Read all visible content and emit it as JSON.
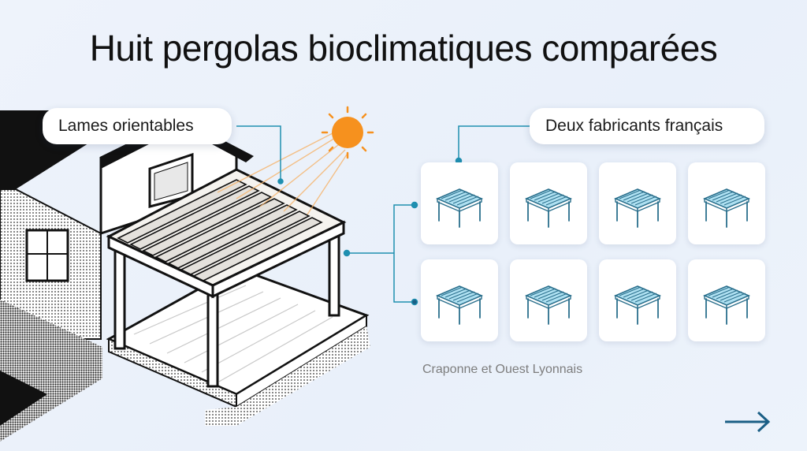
{
  "header": {
    "title": "Huit pergolas bioclimatiques comparées"
  },
  "callouts": {
    "left": "Lames orientables",
    "right": "Deux fabricants français"
  },
  "caption": "Craponne et Ouest Lyonnais",
  "pergola_cards": [
    {
      "icon": "pergola-icon"
    },
    {
      "icon": "pergola-icon"
    },
    {
      "icon": "pergola-icon"
    },
    {
      "icon": "pergola-icon"
    },
    {
      "icon": "pergola-icon"
    },
    {
      "icon": "pergola-icon"
    },
    {
      "icon": "pergola-icon"
    },
    {
      "icon": "pergola-icon"
    }
  ],
  "colors": {
    "accent_line": "#1f8fb0",
    "sun": "#f6911e",
    "pergola_roof": "#7fc9e3",
    "arrow": "#1b5f86",
    "text": "#111111",
    "caption": "#7d7d7d"
  },
  "icons": {
    "sun": "sun-icon",
    "next": "arrow-right-icon"
  }
}
